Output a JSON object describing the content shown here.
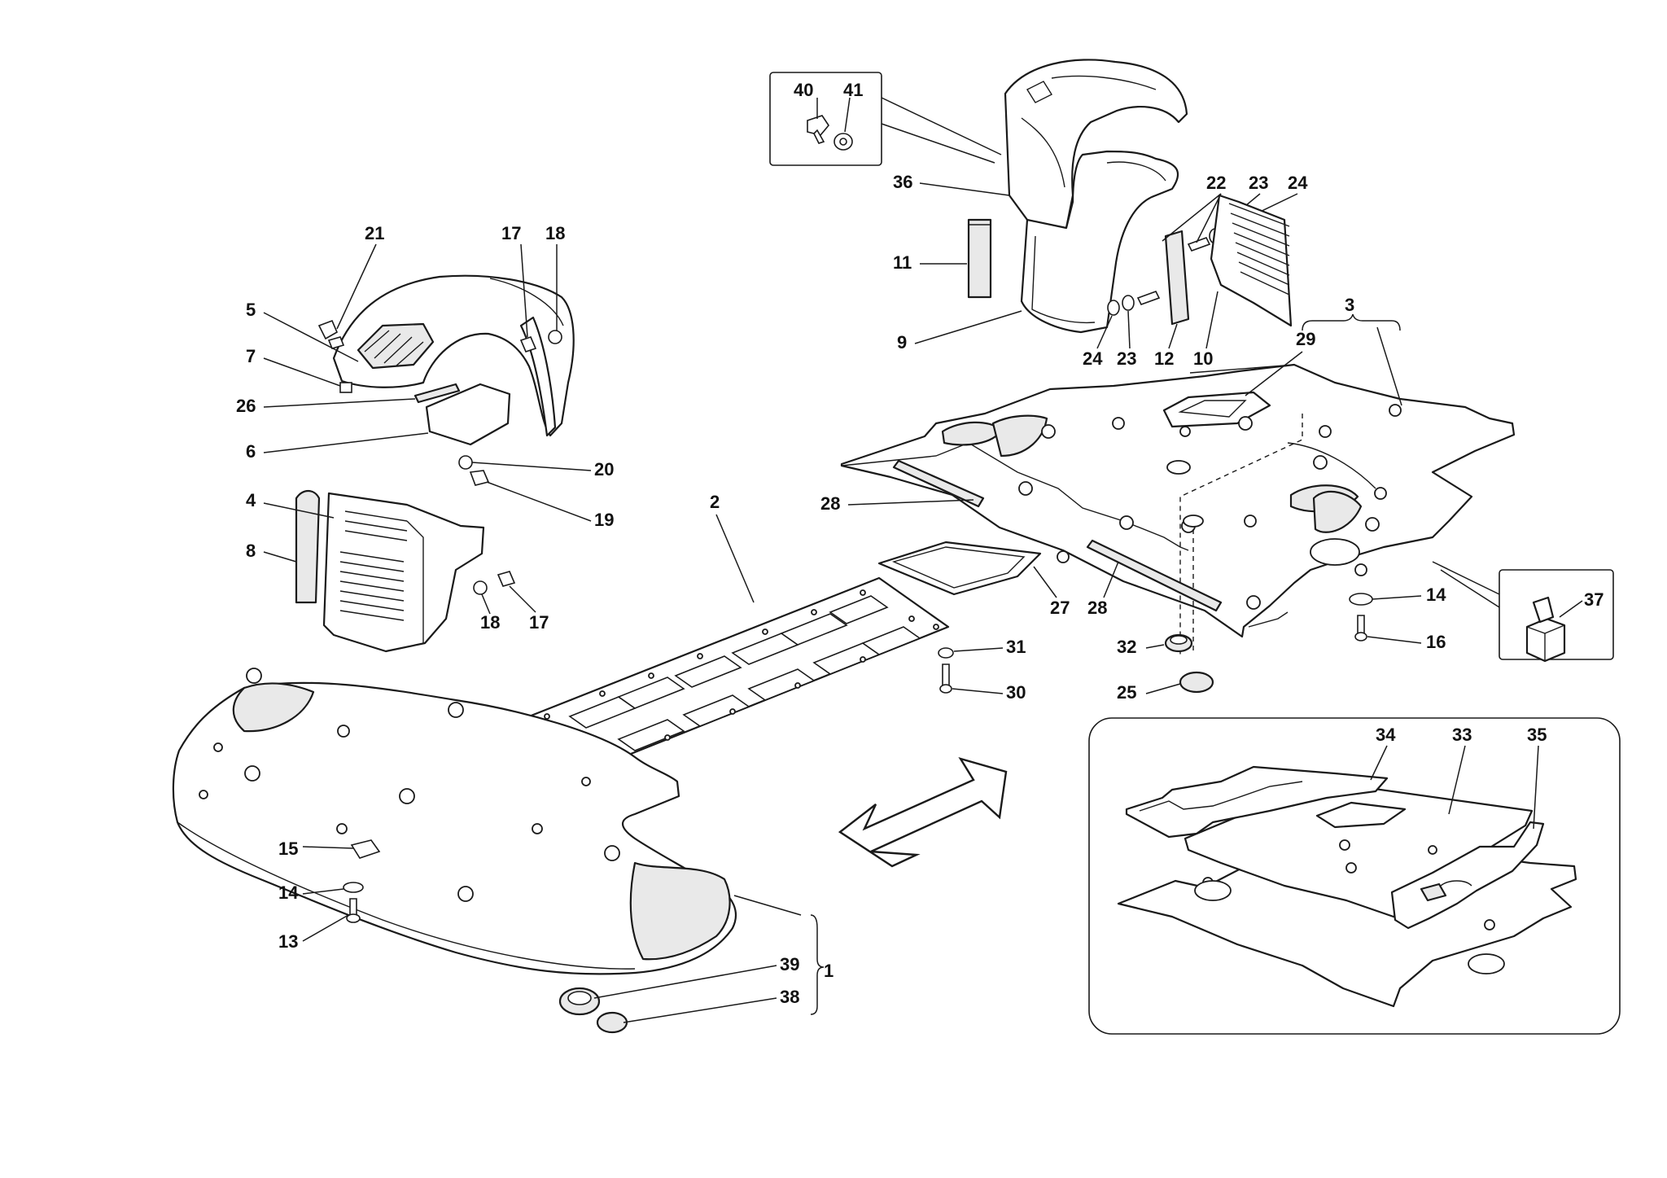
{
  "callouts": {
    "c1": "1",
    "c2": "2",
    "c3": "3",
    "c4": "4",
    "c5": "5",
    "c6": "6",
    "c7": "7",
    "c8": "8",
    "c9": "9",
    "c10": "10",
    "c11": "11",
    "c12": "12",
    "c13": "13",
    "c14a": "14",
    "c14b": "14",
    "c15": "15",
    "c16": "16",
    "c17a": "17",
    "c17b": "17",
    "c18a": "18",
    "c18b": "18",
    "c19": "19",
    "c20": "20",
    "c21": "21",
    "c22": "22",
    "c23a": "23",
    "c23b": "23",
    "c24a": "24",
    "c24b": "24",
    "c25": "25",
    "c26": "26",
    "c27": "27",
    "c28a": "28",
    "c28b": "28",
    "c29": "29",
    "c30": "30",
    "c31": "31",
    "c32": "32",
    "c33": "33",
    "c34": "34",
    "c35": "35",
    "c36": "36",
    "c37": "37",
    "c38": "38",
    "c39": "39",
    "c40": "40",
    "c41": "41"
  }
}
